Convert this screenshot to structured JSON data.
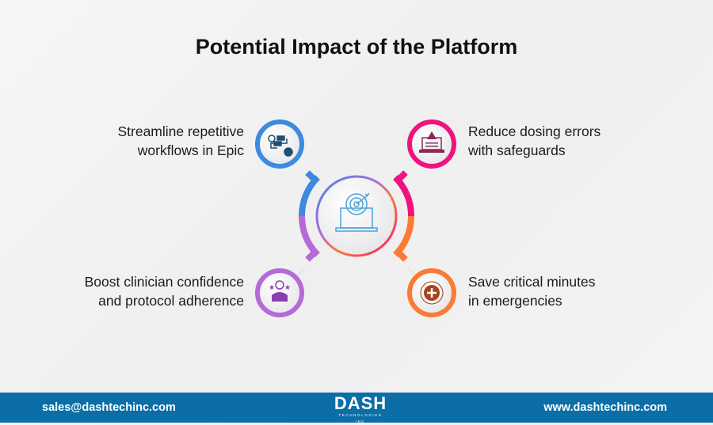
{
  "title": "Potential Impact of the Platform",
  "items": [
    {
      "line1": "Streamline repetitive",
      "line2": "workflows in Epic",
      "color": "#3d8ae0",
      "icon": "workflow-icon"
    },
    {
      "line1": "Reduce dosing errors",
      "line2": "with safeguards",
      "color": "#f0127f",
      "icon": "laptop-warning-icon"
    },
    {
      "line1": "Boost clinician confidence",
      "line2": "and protocol adherence",
      "color": "#b56ad8",
      "icon": "clinician-stars-icon"
    },
    {
      "line1": "Save critical minutes",
      "line2": "in emergencies",
      "color": "#fb7a35",
      "icon": "emergency-cross-icon"
    }
  ],
  "center_icon": "laptop-target-icon",
  "footer": {
    "email": "sales@dashtechinc.com",
    "logo_main": "DASH",
    "logo_sub": "TECHNOLOGIES INC",
    "website": "www.dashtechinc.com",
    "color": "#0b6ea6"
  }
}
